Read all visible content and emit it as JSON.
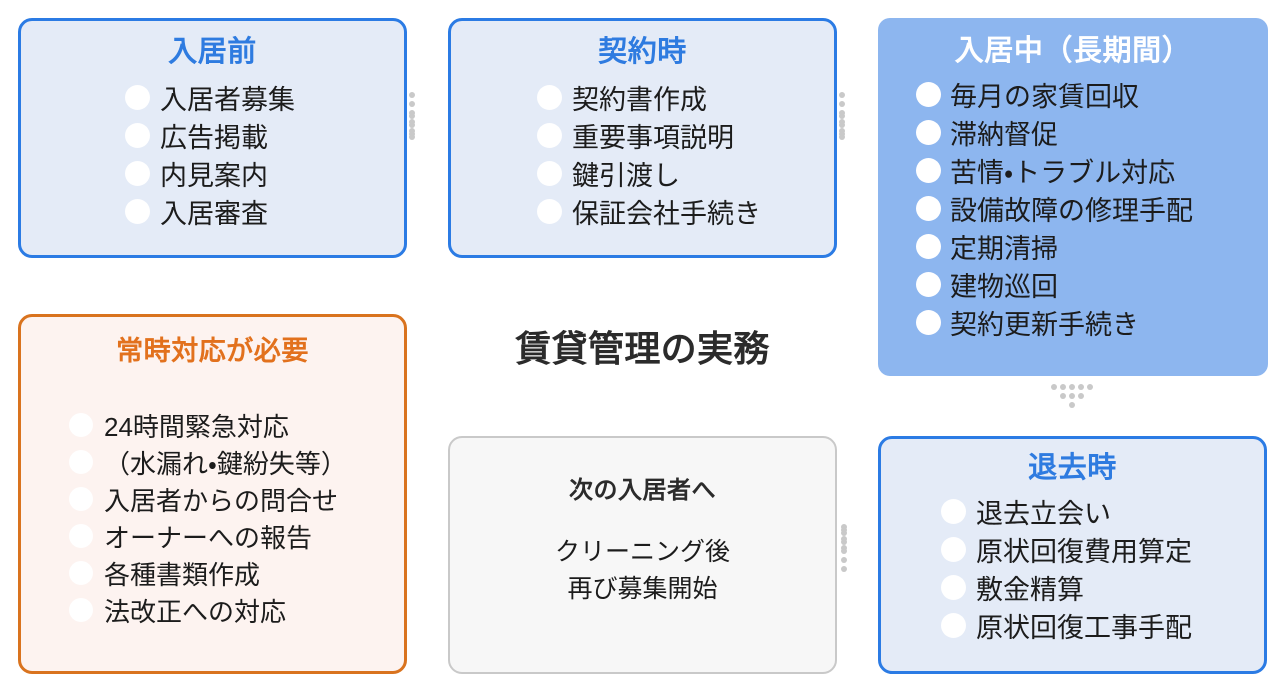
{
  "center_heading": "賃貸管理の実務",
  "colors": {
    "accent_blue": "#2e7be0",
    "card_blue_fill": "#e4ebf7",
    "card_blue_border": "#2b7be4",
    "card_solid_blue": "#8db6ef",
    "accent_orange": "#e2711d",
    "card_orange_border": "#d9731e",
    "card_orange_fill": "#fdf3f0",
    "card_grey_border": "#c9c9c9",
    "card_grey_fill": "#f7f7f7",
    "arrow_dot": "#c9c9c9",
    "bullet_dot": "#ffffff",
    "body_text": "#1c1c1c"
  },
  "cards": {
    "pre_move_in": {
      "title": "入居前",
      "items": [
        "入居者募集",
        "広告掲載",
        "内見案内",
        "入居審査"
      ]
    },
    "contract": {
      "title": "契約時",
      "items": [
        "契約書作成",
        "重要事項説明",
        "鍵引渡し",
        "保証会社手続き"
      ]
    },
    "during_residence": {
      "title": "入居中（長期間）",
      "items": [
        "毎月の家賃回収",
        "滞納督促",
        "苦情・トラブル対応",
        "設備故障の修理手配",
        "定期清掃",
        "建物巡回",
        "契約更新手続き"
      ]
    },
    "always_required": {
      "title": "常時対応が必要",
      "items": [
        "24時間緊急対応",
        "（水漏れ・鍵紛失等）",
        "入居者からの問合せ",
        "オーナーへの報告",
        "各種書類作成",
        "法改正への対応"
      ]
    },
    "next_tenant": {
      "title": "次の入居者へ",
      "line1": "クリーニング後",
      "line2": "再び募集開始"
    },
    "move_out": {
      "title": "退去時",
      "items": [
        "退去立会い",
        "原状回復費用算定",
        "敷金精算",
        "原状回復工事手配"
      ]
    }
  },
  "arrows": [
    {
      "name": "arrow-pre-to-contract",
      "direction": "right"
    },
    {
      "name": "arrow-contract-to-during",
      "direction": "right"
    },
    {
      "name": "arrow-during-to-moveout",
      "direction": "down"
    },
    {
      "name": "arrow-moveout-to-next",
      "direction": "left"
    }
  ]
}
